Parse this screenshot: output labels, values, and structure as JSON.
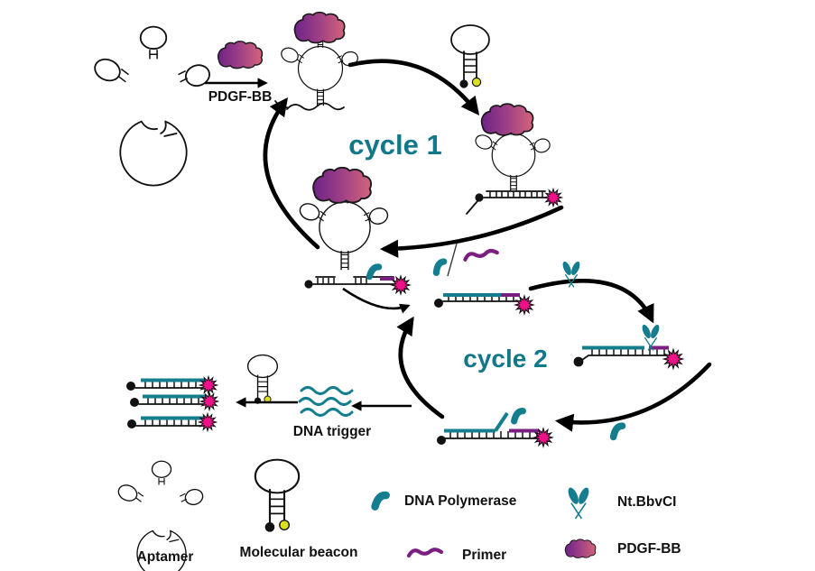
{
  "figure": {
    "type": "reaction-scheme",
    "background": "#ffffff"
  },
  "labels": {
    "pdgf_input": "PDGF-BB",
    "cycle1": "cycle 1",
    "cycle2": "cycle 2",
    "dna_trigger": "DNA trigger"
  },
  "legend": {
    "items": [
      {
        "icon": "aptamer-icon",
        "label": "Aptamer"
      },
      {
        "icon": "molecular-beacon-icon",
        "label": "Molecular beacon"
      },
      {
        "icon": "dna-polymerase-icon",
        "label": "DNA Polymerase"
      },
      {
        "icon": "primer-icon",
        "label": "Primer"
      },
      {
        "icon": "nt-bbvci-icon",
        "label": "Nt.BbvCI"
      },
      {
        "icon": "pdgf-bb-icon",
        "label": "PDGF-BB"
      }
    ]
  },
  "icons": {
    "aptamer": "three-loop hairpin outline",
    "molecular_beacon": "stem-loop hairpin with black quencher dot and yellow fluorophore dot",
    "dna_polymerase": "teal bean",
    "nt_bbvci": "teal double-petal nicking enzyme",
    "primer": "purple squiggle",
    "pdgf_bb": "purple-to-pink blob",
    "fluorophore_signal": "magenta star",
    "quencher": "black dot",
    "dna_trigger": "three teal wavy lines"
  },
  "colors": {
    "teal": "#147E8F",
    "cycle_text": "#11788A",
    "magenta_star": "#EE1189",
    "primer_purple": "#7B1E82",
    "pdgf_gradient_start": "#6E2387",
    "pdgf_gradient_end": "#D3647B",
    "fluorophore_yellow": "#DDE01F",
    "line_black": "#111111",
    "background": "#FFFFFF"
  }
}
